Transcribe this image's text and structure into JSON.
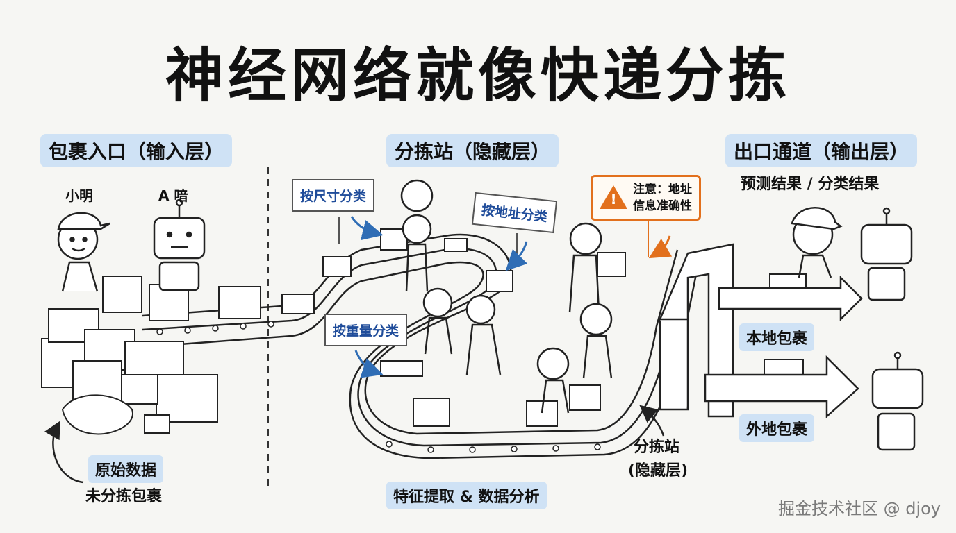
{
  "title": "神经网络就像快递分拣",
  "sections": {
    "input": "包裹入口（输入层）",
    "hidden": "分拣站（隐藏层）",
    "output": "出口通道（输出层）"
  },
  "output_subtitle": "预测结果 / 分类结果",
  "characters": {
    "person": "小明",
    "robot": "A 喑"
  },
  "signs": {
    "size": "按尺寸分类",
    "address": "按地址分类",
    "weight": "按重量分类"
  },
  "warning": {
    "line1": "注意：地址",
    "line2": "信息准确性",
    "icon": "warning-triangle-icon",
    "color": "#e2701d"
  },
  "input_notes": {
    "raw_data": "原始数据",
    "unsorted": "未分拣包裹"
  },
  "hidden_notes": {
    "feature": "特征提取 & 数据分析",
    "station_line1": "分拣站",
    "station_line2": "(隐藏层)"
  },
  "outputs": {
    "local": "本地包裹",
    "remote": "外地包裹"
  },
  "watermark": "掘金技术社区 @ djoy",
  "colors": {
    "pill": "#cfe2f5",
    "sign_text": "#1f4c9a",
    "arrow": "#2f6db5"
  }
}
